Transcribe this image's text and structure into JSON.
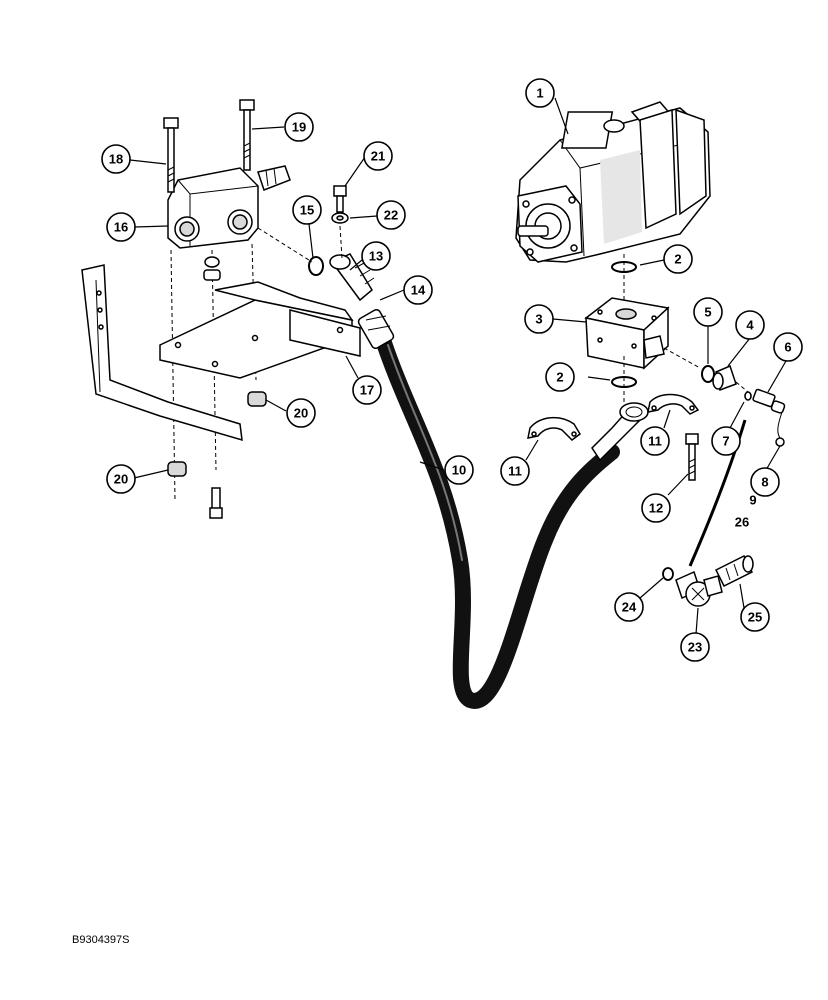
{
  "figure_code": "B9304397S",
  "callouts": {
    "c1": "1",
    "c2a": "2",
    "c2b": "2",
    "c3": "3",
    "c4": "4",
    "c5": "5",
    "c6": "6",
    "c7": "7",
    "c8": "8",
    "c9": "9",
    "c10": "10",
    "c11a": "11",
    "c11b": "11",
    "c12": "12",
    "c13": "13",
    "c14": "14",
    "c15": "15",
    "c16": "16",
    "c17": "17",
    "c18": "18",
    "c19": "19",
    "c20a": "20",
    "c20b": "20",
    "c21": "21",
    "c22": "22",
    "c23": "23",
    "c24": "24",
    "c25": "25",
    "c26": "26"
  }
}
